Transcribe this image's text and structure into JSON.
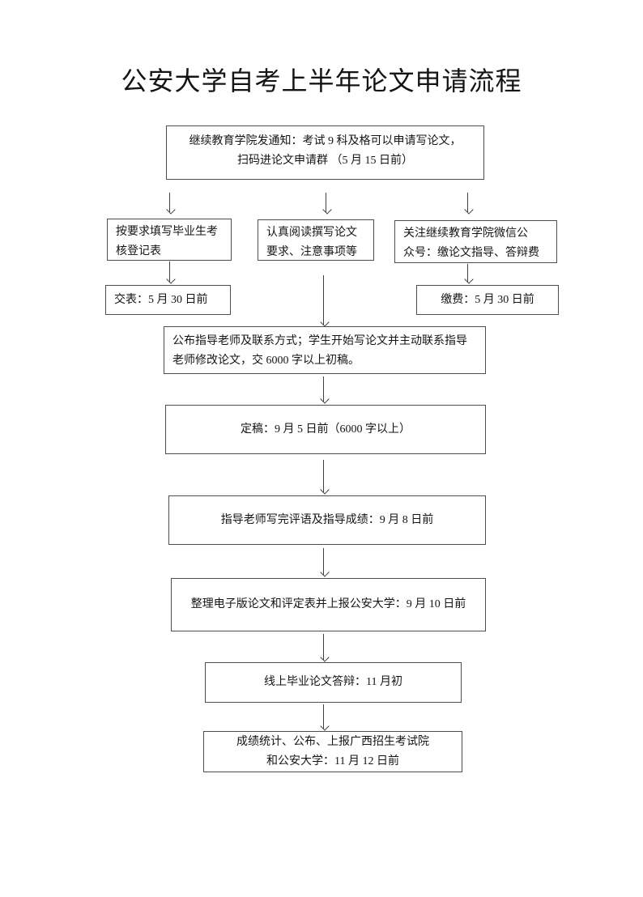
{
  "document": {
    "title": "公安大学自考上半年论文申请流程"
  },
  "flowchart": {
    "notice": {
      "line1": "继续教育学院发通知：考试 9 科及格可以申请写论文，",
      "line2": "扫码进论文申请群 （5 月 15 日前）"
    },
    "fill_form": {
      "line1": "按要求填写毕业生考",
      "line2": "核登记表"
    },
    "read_requirements": {
      "line1": "认真阅读撰写论文",
      "line2": "要求、注意事项等"
    },
    "follow_wechat": {
      "line1": "关注继续教育学院微信公",
      "line2": "众号：缴论文指导、答辩费"
    },
    "submit_form": {
      "text": "交表：5 月 30 日前"
    },
    "pay_fee": {
      "text": "缴费：5 月 30 日前"
    },
    "assign_teacher": {
      "line1": "公布指导老师及联系方式；学生开始写论文并主动联系指导",
      "line2": "老师修改论文，交 6000 字以上初稿。"
    },
    "final_draft": {
      "text": "定稿：9 月 5 日前（6000 字以上）"
    },
    "teacher_comments": {
      "text": "指导老师写完评语及指导成绩：9 月 8 日前"
    },
    "submit_university": {
      "text": "整理电子版论文和评定表并上报公安大学：9 月 10 日前"
    },
    "online_defense": {
      "text": "线上毕业论文答辩：11 月初"
    },
    "report_results": {
      "line1": "成绩统计、公布、上报广西招生考试院",
      "line2": "和公安大学：11 月 12 日前"
    }
  },
  "colors": {
    "background": "#ffffff",
    "text": "#141414",
    "box_border": "#4d4d4d",
    "arrow": "#404040"
  }
}
